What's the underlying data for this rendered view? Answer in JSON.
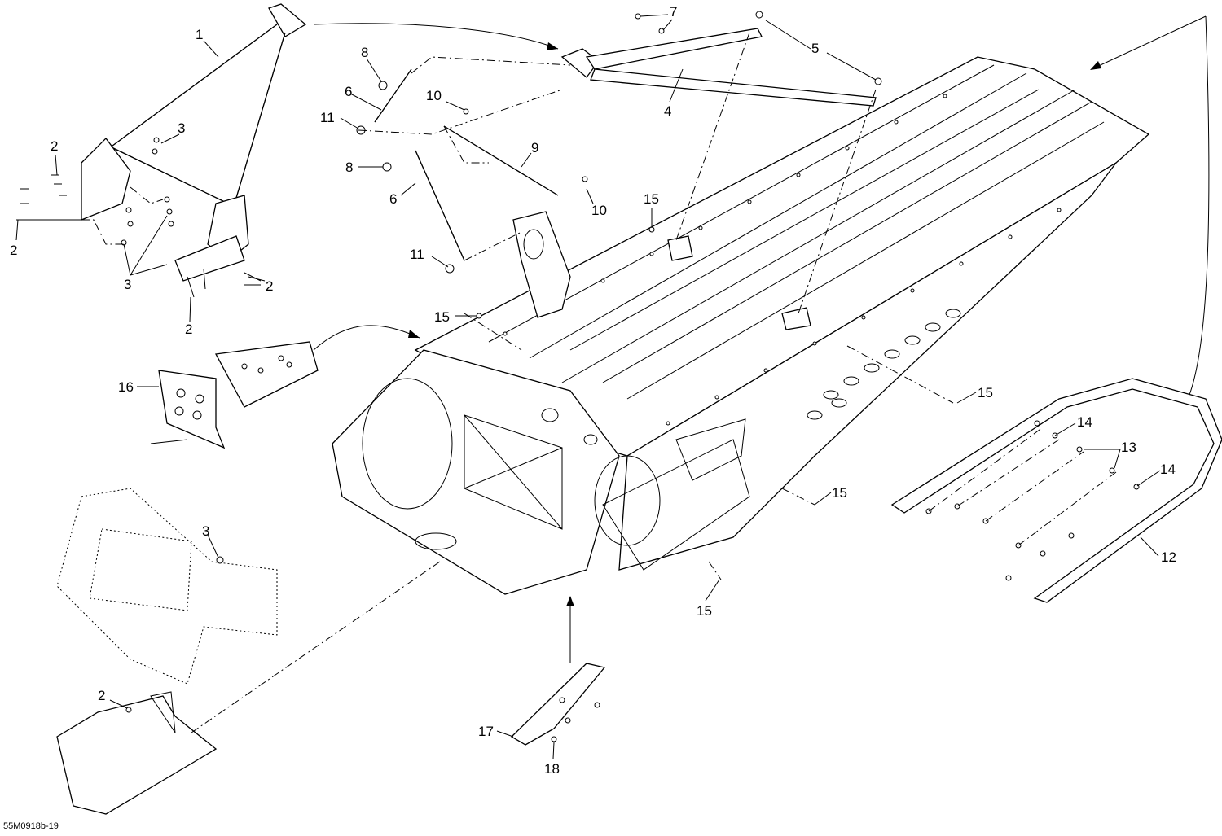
{
  "diagram": {
    "reference_code": "55M0918b-19",
    "callouts": [
      {
        "id": "c1",
        "label": "1"
      },
      {
        "id": "c2a",
        "label": "2"
      },
      {
        "id": "c2b",
        "label": "2"
      },
      {
        "id": "c2c",
        "label": "2"
      },
      {
        "id": "c2d",
        "label": "2"
      },
      {
        "id": "c2e",
        "label": "2"
      },
      {
        "id": "c3a",
        "label": "3"
      },
      {
        "id": "c3b",
        "label": "3"
      },
      {
        "id": "c3c",
        "label": "3"
      },
      {
        "id": "c4",
        "label": "4"
      },
      {
        "id": "c5",
        "label": "5"
      },
      {
        "id": "c6a",
        "label": "6"
      },
      {
        "id": "c6b",
        "label": "6"
      },
      {
        "id": "c7",
        "label": "7"
      },
      {
        "id": "c8a",
        "label": "8"
      },
      {
        "id": "c8b",
        "label": "8"
      },
      {
        "id": "c9",
        "label": "9"
      },
      {
        "id": "c10a",
        "label": "10"
      },
      {
        "id": "c10b",
        "label": "10"
      },
      {
        "id": "c11a",
        "label": "11"
      },
      {
        "id": "c11b",
        "label": "11"
      },
      {
        "id": "c12",
        "label": "12"
      },
      {
        "id": "c13",
        "label": "13"
      },
      {
        "id": "c14a",
        "label": "14"
      },
      {
        "id": "c14b",
        "label": "14"
      },
      {
        "id": "c15a",
        "label": "15"
      },
      {
        "id": "c15b",
        "label": "15"
      },
      {
        "id": "c15c",
        "label": "15"
      },
      {
        "id": "c15d",
        "label": "15"
      },
      {
        "id": "c15e",
        "label": "15"
      },
      {
        "id": "c16",
        "label": "16"
      },
      {
        "id": "c17",
        "label": "17"
      },
      {
        "id": "c18",
        "label": "18"
      }
    ]
  }
}
